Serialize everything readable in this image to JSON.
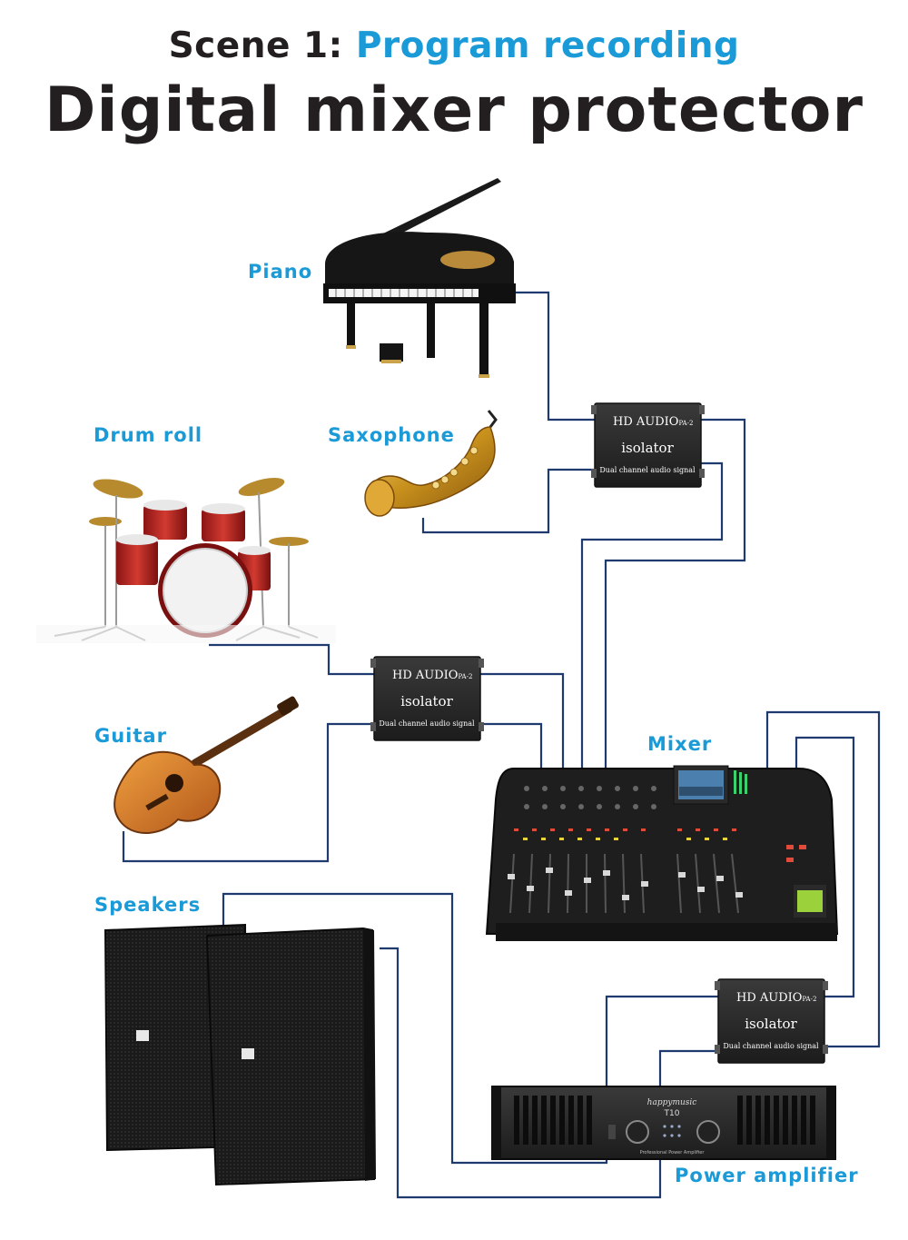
{
  "header": {
    "scene_prefix": "Scene 1: ",
    "scene_highlight": "Program recording",
    "title": "Digital mixer protector"
  },
  "labels": {
    "piano": "Piano",
    "drum": "Drum roll",
    "saxophone": "Saxophone",
    "guitar": "Guitar",
    "mixer": "Mixer",
    "speakers": "Speakers",
    "amplifier": "Power amplifier"
  },
  "isolator": {
    "brand": "HD AUDIO",
    "model": "PA-2",
    "name": "isolator",
    "subtitle": "Dual channel audio signal"
  },
  "amplifier_panel": {
    "brand": "happymusic",
    "model": "T10",
    "caption": "Professional Power Amplifier"
  },
  "colors": {
    "accent": "#1a9ad7",
    "text": "#231f20",
    "cable": "#1e3a6e"
  }
}
